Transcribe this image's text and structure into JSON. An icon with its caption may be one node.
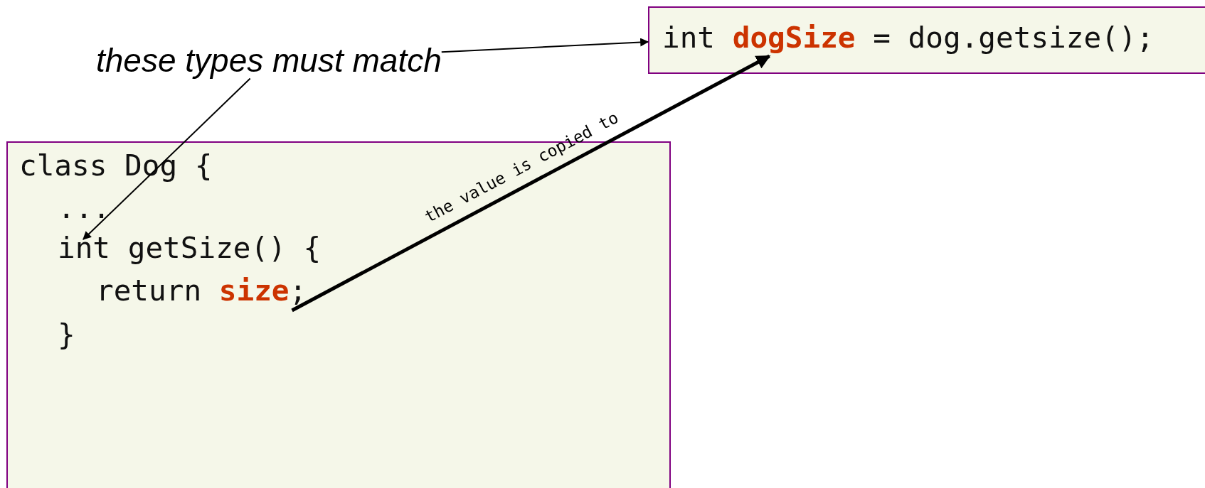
{
  "diagram": {
    "nodes": [
      {
        "text": [
          "int **dogSize** = dog.getsize();"
        ]
      },
      {
        "text": [
          "these types must match"
        ]
      },
      {
        "text": [
          "class Dog {",
          "...",
          "int getSize() {",
          "return **size**;",
          "}"
        ]
      }
    ],
    "edges": [
      {
        "from": 1,
        "to": 0,
        "arrow": "to"
      },
      {
        "from": 1,
        "to": 2,
        "arrow": "to"
      },
      {
        "from": 2,
        "to": 0,
        "arrow": "to",
        "style": "thick",
        "label": "the value is copied to"
      }
    ]
  }
}
